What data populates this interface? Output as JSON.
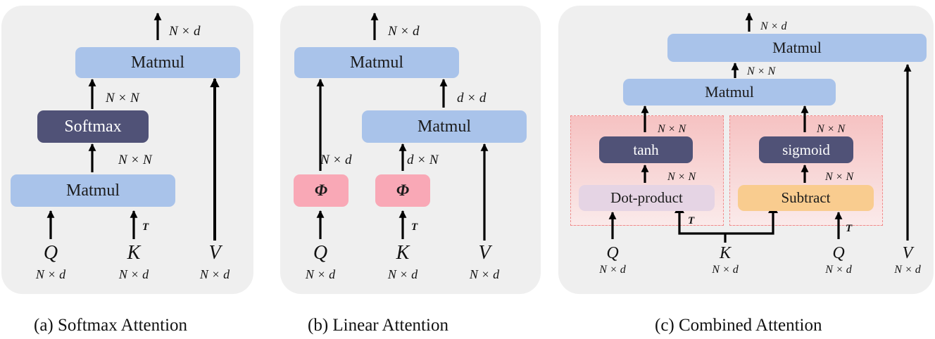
{
  "panels": {
    "a": {
      "caption": "(a) Softmax Attention",
      "top_matmul": "Matmul",
      "softmax": "Softmax",
      "bottom_matmul": "Matmul",
      "out_dim": "N × d",
      "upper_dim": "N × N",
      "lower_dim": "N × N",
      "transpose": "T",
      "inputs": [
        {
          "name": "Q",
          "dim": "N × d"
        },
        {
          "name": "K",
          "dim": "N × d"
        },
        {
          "name": "V",
          "dim": "N × d"
        }
      ]
    },
    "b": {
      "caption": "(b) Linear Attention",
      "top_matmul": "Matmul",
      "inner_matmul": "Matmul",
      "phi": "Φ",
      "out_dim": "N × d",
      "inner_out_dim": "d × d",
      "left_phi_dim": "N × d",
      "right_phi_dim": "d × N",
      "transpose": "T",
      "inputs": [
        {
          "name": "Q",
          "dim": "N × d"
        },
        {
          "name": "K",
          "dim": "N × d"
        },
        {
          "name": "V",
          "dim": "N × d"
        }
      ]
    },
    "c": {
      "caption": "(c) Combined Attention",
      "top_matmul": "Matmul",
      "mid_matmul": "Matmul",
      "tanh": "tanh",
      "sigmoid": "sigmoid",
      "dot_product": "Dot-product",
      "subtract": "Subtract",
      "out_dim": "N × d",
      "mid_dim": "N × N",
      "tanh_out_dim": "N × N",
      "sigmoid_out_dim": "N × N",
      "dot_out_dim": "N × N",
      "sub_out_dim": "N × N",
      "transpose": "T",
      "inputs": [
        {
          "name": "Q",
          "dim": "N × d"
        },
        {
          "name": "K",
          "dim": "N × d"
        },
        {
          "name": "Q",
          "dim": "N × d"
        },
        {
          "name": "V",
          "dim": "N × d"
        }
      ]
    }
  },
  "colors": {
    "panel_bg": "#efefef",
    "matmul_blue": "#a9c3ea",
    "dark_box": "#505277",
    "phi_pink": "#f9a8b6",
    "dot_product_lavender": "#e5d4e4",
    "subtract_orange": "#f9cc8f",
    "group_border": "#f08b8b"
  }
}
